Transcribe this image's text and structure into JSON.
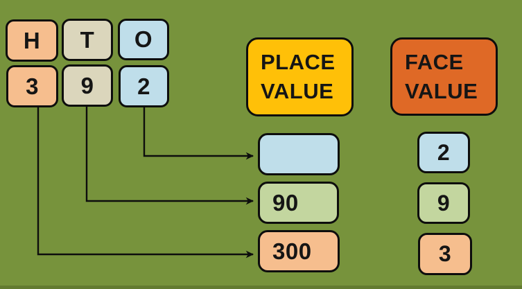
{
  "diagram": {
    "topic": "Place Value and Face Value",
    "columns": [
      {
        "header": "H",
        "digit": "3"
      },
      {
        "header": "T",
        "digit": "9"
      },
      {
        "header": "O",
        "digit": "2"
      }
    ],
    "number_shown": "392",
    "place_value": {
      "title": "PLACE VALUE",
      "rows": [
        {
          "place": "ones",
          "value": ""
        },
        {
          "place": "tens",
          "value": "90"
        },
        {
          "place": "hundreds",
          "value": "300"
        }
      ]
    },
    "face_value": {
      "title": "FACE VALUE",
      "rows": [
        {
          "place": "ones",
          "value": "2"
        },
        {
          "place": "tens",
          "value": "9"
        },
        {
          "place": "hundreds",
          "value": "3"
        }
      ]
    }
  },
  "colors": {
    "background": "#77933C",
    "bottom_strip": "#637B31",
    "hundreds_fill": "#F6BE8E",
    "tens_header_fill": "#DBD6BC",
    "tens_value_fill": "#C3D69F",
    "ones_fill": "#BFDEEA",
    "place_value_header_fill": "#FFC008",
    "face_value_header_fill": "#DF6926",
    "outline": "#0d0d0d"
  }
}
